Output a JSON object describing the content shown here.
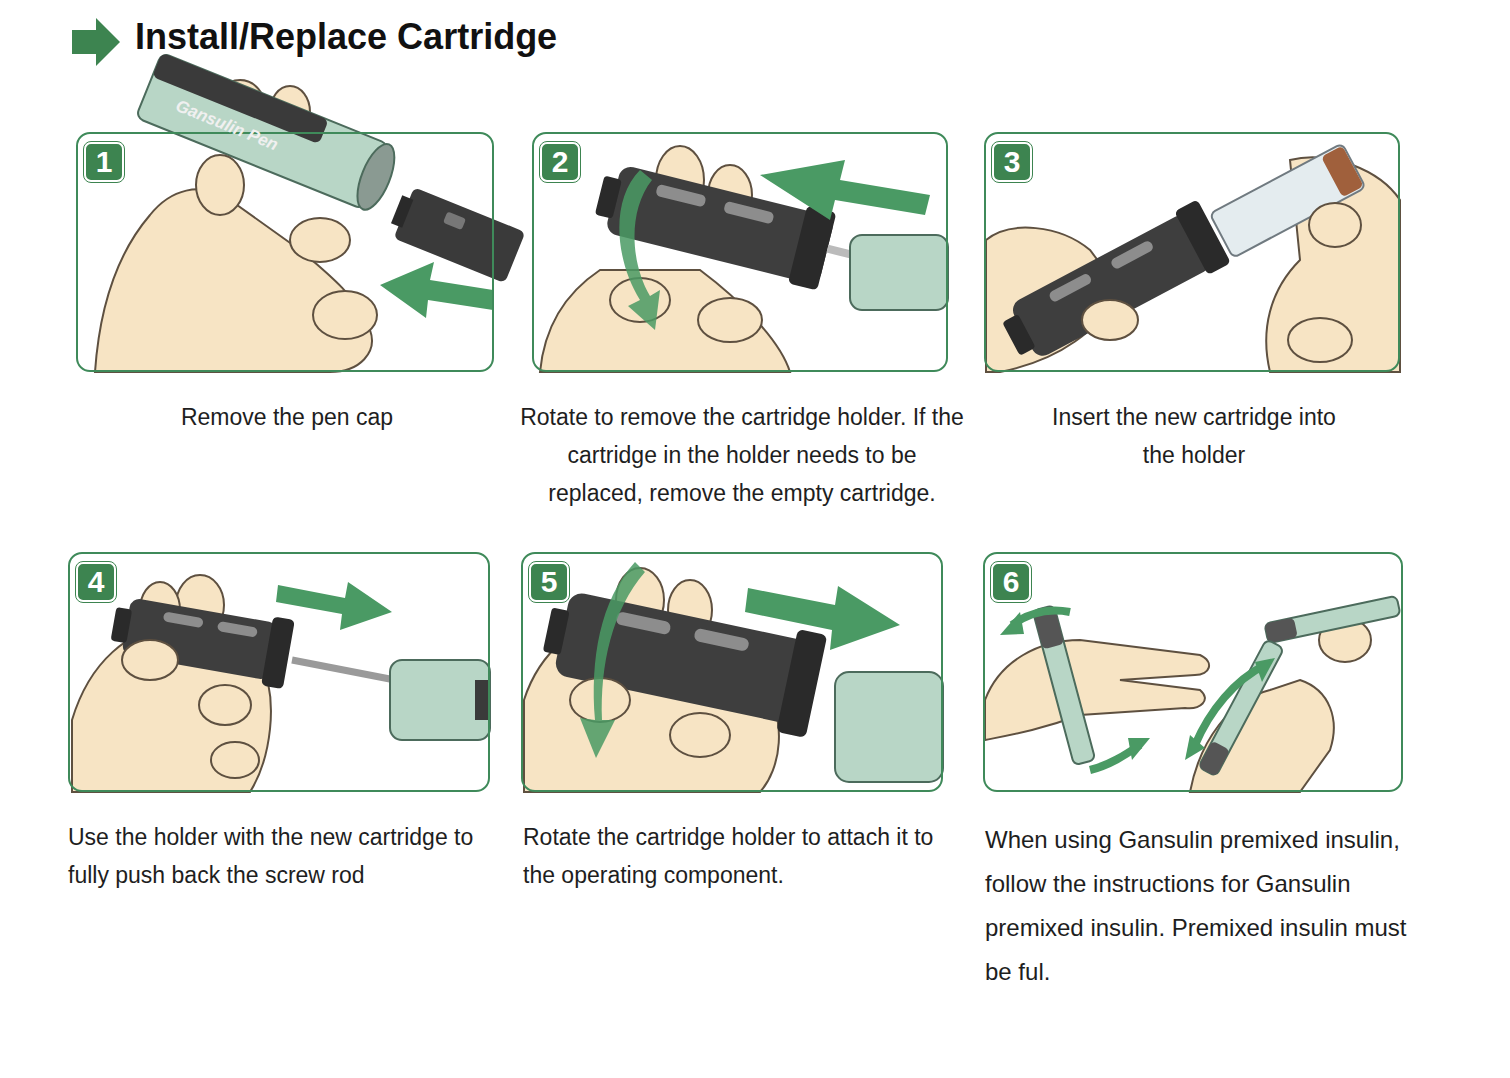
{
  "diagram": {
    "title": "Install/Replace Cartridge",
    "nodes": [
      {
        "text": [
          "1",
          "Remove the pen cap"
        ]
      },
      {
        "text": [
          "2",
          "Rotate to remove the cartridge holder. If the cartridge in the holder needs to be replaced, remove the empty cartridge."
        ]
      },
      {
        "text": [
          "3",
          "Insert the new cartridge into the holder"
        ]
      },
      {
        "text": [
          "4",
          "Use the holder with the new cartridge to fully push back the screw rod"
        ]
      },
      {
        "text": [
          "5",
          "Rotate the cartridge holder to attach it to the operating component."
        ]
      },
      {
        "text": [
          "6",
          "When using Gansulin premixed insulin, follow the instructions for Gansulin premixed insulin. Premixed insulin must be ful."
        ]
      }
    ],
    "labels": [
      "Gansulin Pen"
    ]
  }
}
